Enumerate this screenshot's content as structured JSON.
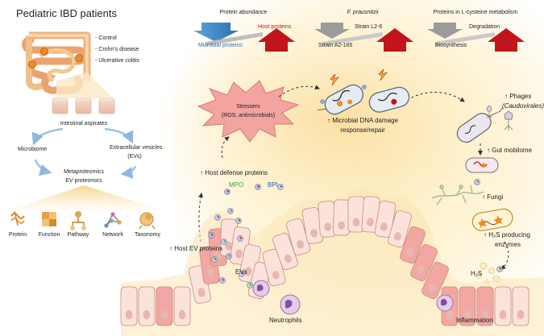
{
  "title": "Pediatric IBD patients",
  "cohort": [
    "- Control",
    "- Crohn's disease",
    "- Ulcerative colitis"
  ],
  "workflow": {
    "aspirates": "Intestinal aspirates",
    "microbiome": "Microbiome",
    "ev_line1": "Extracellular vesicles",
    "ev_line2": "(EVs)",
    "method_line1": "Metaproteomics",
    "method_line2": "EV proteomics",
    "analyses": [
      "Protein",
      "Function",
      "Pathway",
      "Network",
      "Taxonomy"
    ]
  },
  "panels": {
    "abundance": {
      "title": "Protein abundance",
      "host": "Host proteins",
      "microbial": "Microbial proteins"
    },
    "fprau": {
      "title": "F. prausnitzii",
      "strain1": "Strain L2-6",
      "strain2": "Strain A2-165"
    },
    "cysteine": {
      "title": "Proteins in L-cysteine metabolism",
      "down": "Degradation",
      "up": "Biosynthesis"
    }
  },
  "labels": {
    "stressers_line1": "Stressers",
    "stressers_line2": "(ROS, antimicrobials)",
    "dna_line1": "↑ Microbial DNA damage",
    "dna_line2": "response/repair",
    "phages_line1": "↑ Phages",
    "phages_line2": "(Caudovirales)",
    "mobilome": "↑ Gut mobilome",
    "host_defense": "↑ Host defense proteins",
    "mpo": "MPO",
    "bpi": "BPI",
    "fungi": "↑ Fungi",
    "h2s_line1": "↑ H₂S producing",
    "h2s_line2": "enzymes",
    "h2s": "H₂S",
    "host_ev": "↑ Host EV proteins",
    "evs": "EVs",
    "neutrophils": "Neutrophils",
    "inflammation": "Inflammation"
  },
  "colors": {
    "host": "#c0161b",
    "microbial": "#3b84c4",
    "neutral_arrow": "#9b9b9b",
    "mpo": "#2ea84a",
    "bpi": "#2f5aa8",
    "tissue": "#f3c8c1",
    "background_glow": "#fbe7b8"
  }
}
